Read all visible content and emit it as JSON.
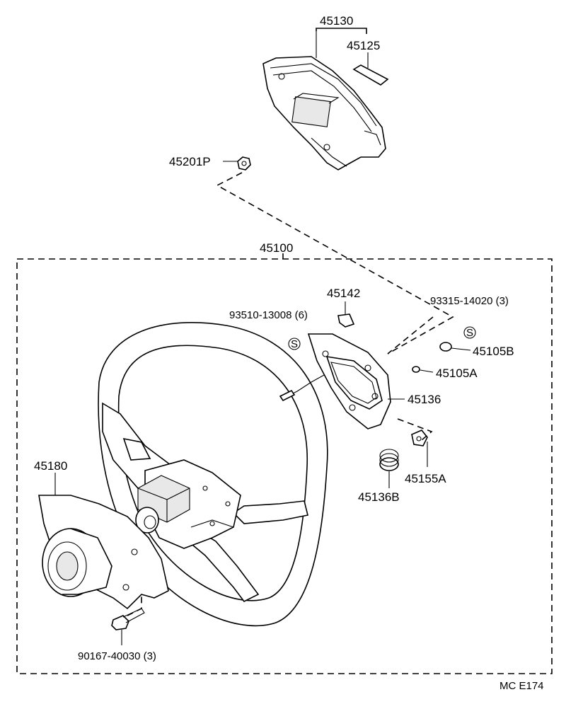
{
  "labels": {
    "p45130": "45130",
    "p45125": "45125",
    "p45201P": "45201P",
    "p45100": "45100",
    "p45142": "45142",
    "p93510": "93510-13008 (6)",
    "p93315": "93315-14020 (3)",
    "p45105B": "45105B",
    "p45105A": "45105A",
    "p45136": "45136",
    "p45155A": "45155A",
    "p45136B": "45136B",
    "p45180": "45180",
    "p90167": "90167-40030 (3)",
    "screw_mark": "S"
  },
  "code": "MC E174"
}
